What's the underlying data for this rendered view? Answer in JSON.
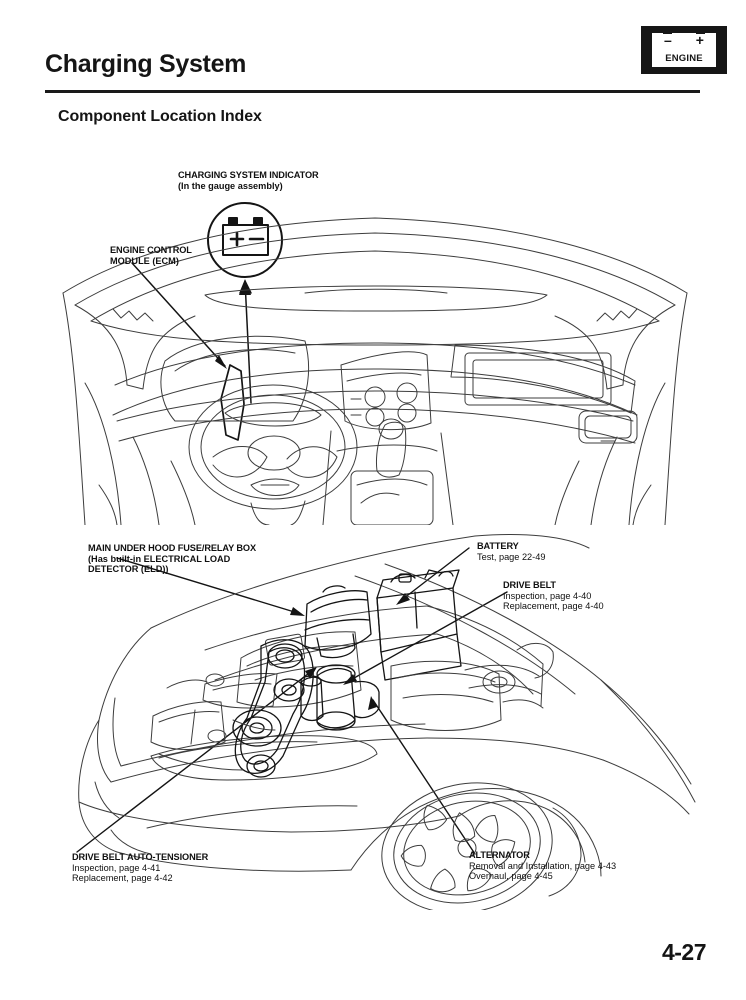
{
  "header": {
    "title": "Charging System",
    "section_title": "Component Location Index"
  },
  "badge": {
    "name": "ENGINE",
    "minus": "–",
    "plus": "+"
  },
  "callouts": [
    {
      "id": "charging-indicator",
      "head": "CHARGING SYSTEM INDICATOR",
      "lines": [
        "(In the gauge assembly)"
      ],
      "bold_sub": true
    },
    {
      "id": "ecm",
      "head": "ENGINE CONTROL",
      "lines": [
        "MODULE (ECM)"
      ],
      "bold_sub": true
    },
    {
      "id": "fuse-box",
      "head": "MAIN UNDER HOOD FUSE/RELAY BOX",
      "lines": [
        "(Has built-in ELECTRICAL LOAD",
        "DETECTOR (ELD))"
      ],
      "bold_sub": true
    },
    {
      "id": "battery",
      "head": "BATTERY",
      "lines": [
        "Test, page 22-49"
      ],
      "bold_sub": false
    },
    {
      "id": "drive-belt",
      "head": "DRIVE BELT",
      "lines": [
        "Inspection, page 4-40",
        "Replacement, page 4-40"
      ],
      "bold_sub": false
    },
    {
      "id": "auto-tensioner",
      "head": "DRIVE BELT AUTO-TENSIONER",
      "lines": [
        "Inspection, page 4-41",
        "Replacement, page 4-42"
      ],
      "bold_sub": false
    },
    {
      "id": "alternator",
      "head": "ALTERNATOR",
      "lines": [
        "Removal and Installation, page 4-43",
        "Overhaul, page 4-45"
      ],
      "bold_sub": false
    }
  ],
  "callout_text": {
    "charging_indicator_head": "CHARGING SYSTEM INDICATOR",
    "charging_indicator_l1": "(In the gauge assembly)",
    "ecm_head": "ENGINE CONTROL",
    "ecm_l1": "MODULE (ECM)",
    "fuse_head": "MAIN UNDER HOOD FUSE/RELAY BOX",
    "fuse_l1": "(Has built-in ELECTRICAL LOAD",
    "fuse_l2": "DETECTOR (ELD))",
    "battery_head": "BATTERY",
    "battery_l1": "Test, page 22-49",
    "belt_head": "DRIVE BELT",
    "belt_l1": "Inspection, page 4-40",
    "belt_l2": "Replacement, page 4-40",
    "tensioner_head": "DRIVE BELT AUTO-TENSIONER",
    "tensioner_l1": "Inspection, page 4-41",
    "tensioner_l2": "Replacement, page 4-42",
    "alternator_head": "ALTERNATOR",
    "alternator_l1": "Removal and Installation, page 4-43",
    "alternator_l2": "Overhaul, page 4-45"
  },
  "figures": {
    "dashboard_name": "vehicle-interior-dashboard-line-drawing",
    "engine_bay_name": "engine-compartment-line-drawing"
  },
  "footer": {
    "page_number": "4-27"
  },
  "colors": {
    "ink": "#101010",
    "line": "#3a3a3a",
    "badge_bg": "#161616",
    "paper": "#ffffff"
  }
}
